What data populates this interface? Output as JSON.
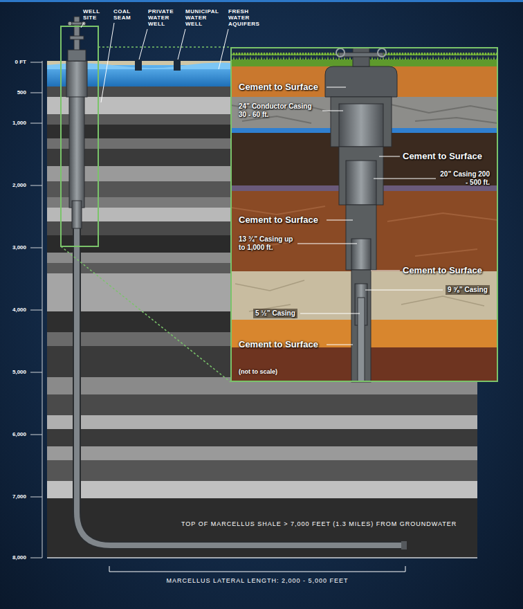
{
  "diagram": {
    "labels": [
      "WELL SITE",
      "COAL SEAM",
      "PRIVATE WATER WELL",
      "MUNICIPAL WATER WELL",
      "FRESH WATER AQUIFERS",
      "0 FT",
      "500",
      "1,000",
      "2,000",
      "3,000",
      "4,000",
      "5,000",
      "6,000",
      "7,000",
      "8,000",
      "Cement to Surface",
      "24” Conductor Casing 30 - 60 ft.",
      "Cement to Surface",
      "20” Casing 200 - 500 ft.",
      "Cement to Surface",
      "13 ¾” Casing up to 1,000 ft.",
      "Cement to Surface",
      "9 ⅝” Casing",
      "5 ½” Casing",
      "Cement to Surface",
      "(not to scale)",
      "TOP OF MARCELLUS SHALE > 7,000 FEET (1.3 MILES) FROM GROUNDWATER",
      "MARCELLUS LATERAL LENGTH: 2,000 - 5,000 FEET"
    ]
  }
}
